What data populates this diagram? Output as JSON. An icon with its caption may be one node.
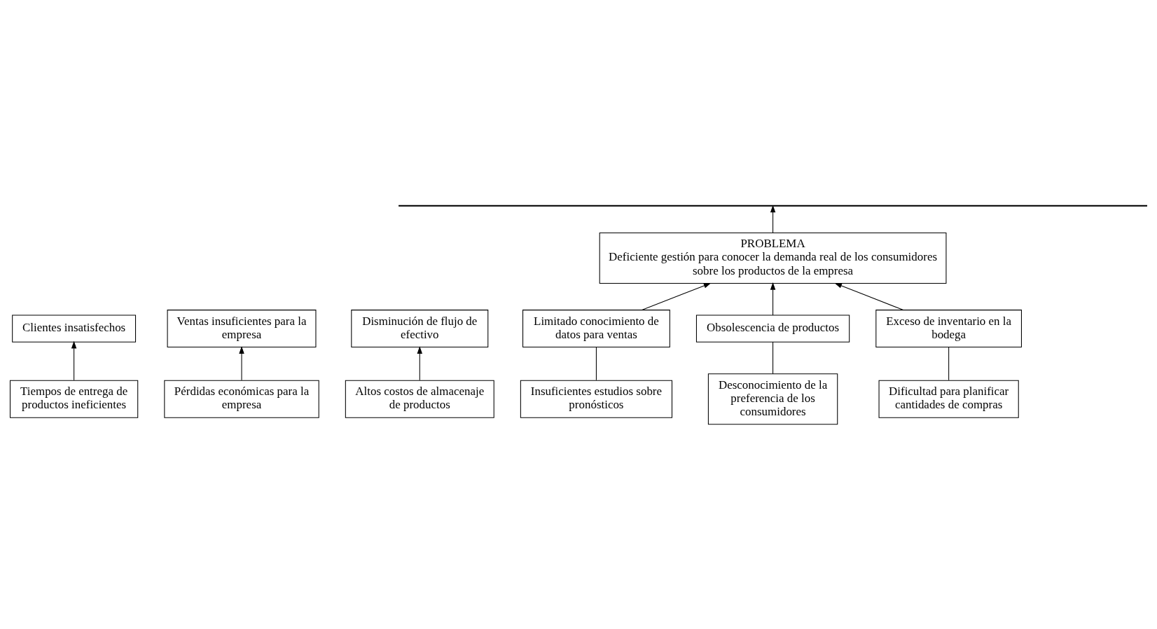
{
  "diagram": {
    "nodes": [
      {
        "text": [
          "Clientes insatisfechos"
        ]
      },
      {
        "text": [
          "Ventas insuficientes para la empresa"
        ]
      },
      {
        "text": [
          "Disminución de flujo de efectivo"
        ]
      },
      {
        "text": [
          "Tiempos de entrega de productos ineficientes"
        ]
      },
      {
        "text": [
          "Pérdidas económicas para la empresa"
        ]
      },
      {
        "text": [
          "Altos costos de almacenaje de productos"
        ]
      },
      {
        "text": [],
        "shape": "bar"
      },
      {
        "text": [
          "PROBLEMA",
          "Deficiente gestión para conocer la demanda real de los consumidores sobre los productos de la empresa"
        ]
      },
      {
        "text": [
          "Limitado conocimiento de datos para ventas"
        ]
      },
      {
        "text": [
          "Obsolescencia de productos"
        ]
      },
      {
        "text": [
          "Exceso de inventario en la bodega"
        ]
      },
      {
        "text": [
          "Insuficientes estudios sobre pronósticos"
        ]
      },
      {
        "text": [
          "Desconocimiento de la preferencia de los consumidores"
        ]
      },
      {
        "text": [
          "Dificultad para planificar cantidades de compras"
        ]
      }
    ],
    "edges": [
      {
        "from": 3,
        "to": 0,
        "arrow": "to"
      },
      {
        "from": 4,
        "to": 1,
        "arrow": "to"
      },
      {
        "from": 5,
        "to": 2,
        "arrow": "to"
      },
      {
        "from": 7,
        "to": 6,
        "arrow": "to"
      },
      {
        "from": 8,
        "to": 7,
        "arrow": "to"
      },
      {
        "from": 9,
        "to": 7,
        "arrow": "to"
      },
      {
        "from": 10,
        "to": 7,
        "arrow": "to"
      },
      {
        "from": 11,
        "to": 8,
        "arrow": "none"
      },
      {
        "from": 12,
        "to": 9,
        "arrow": "none"
      },
      {
        "from": 13,
        "to": 10,
        "arrow": "none"
      }
    ]
  }
}
